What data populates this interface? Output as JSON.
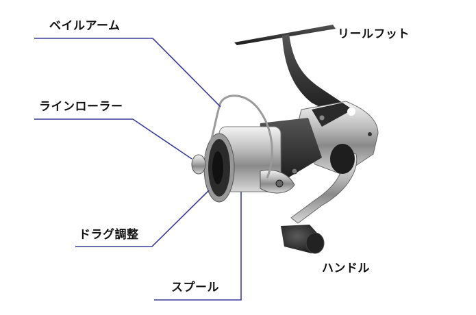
{
  "diagram": {
    "subject": "spinning fishing reel",
    "leader_color": "#3a3a9a",
    "labels": {
      "bail_arm": "ベイルアーム",
      "line_roller": "ラインローラー",
      "drag_adjust": "ドラグ調整",
      "spool": "スプール",
      "reel_foot": "リールフット",
      "handle": "ハンドル"
    }
  }
}
